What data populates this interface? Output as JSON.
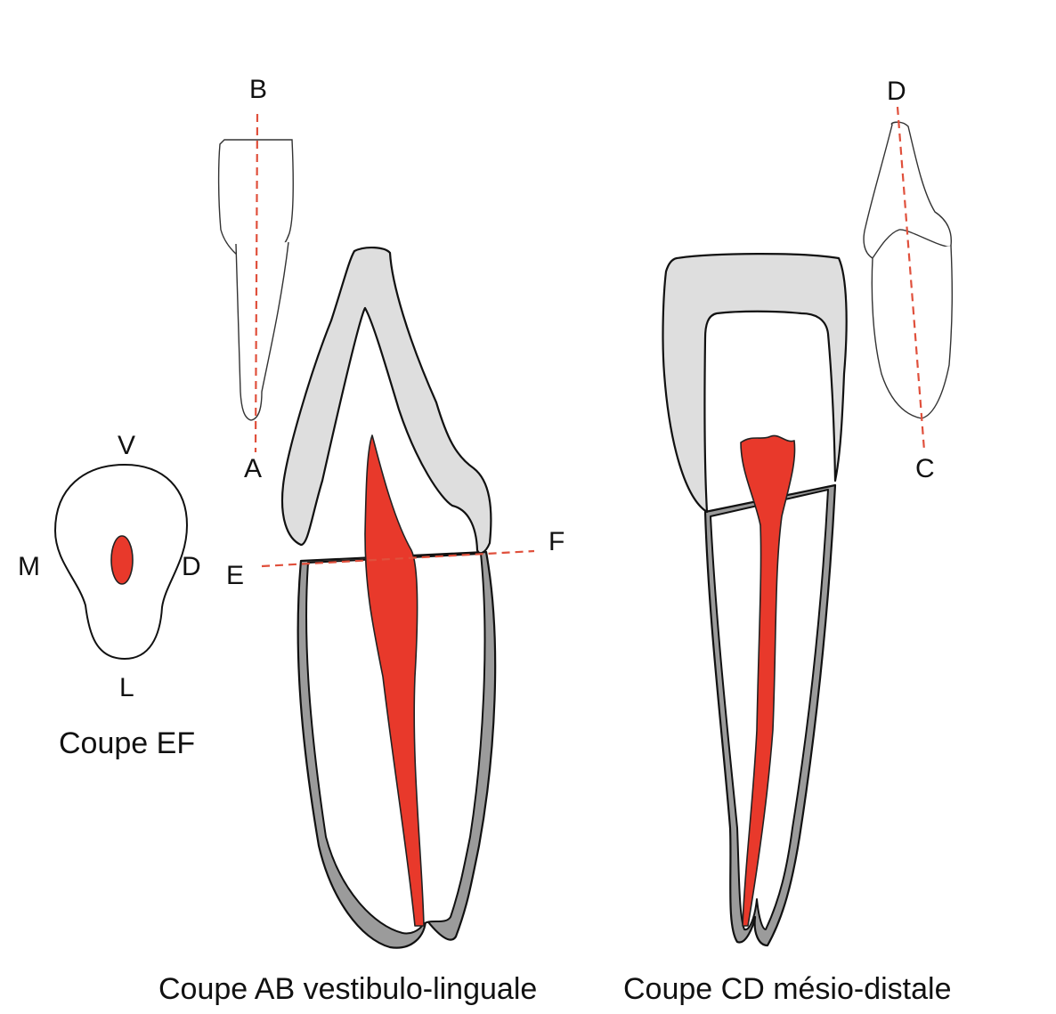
{
  "colors": {
    "pulp": "#e8392b",
    "enamel": "#dedede",
    "cementum": "#9b9b9b",
    "section_line": "#e0503c",
    "outline": "#111111"
  },
  "section_ef": {
    "top_label": "V",
    "left_label": "M",
    "right_label": "D",
    "bottom_label": "L",
    "caption": "Coupe EF"
  },
  "section_ab": {
    "line_top_label": "B",
    "line_bottom_label": "A",
    "cut_left_label": "E",
    "cut_right_label": "F",
    "caption": "Coupe AB vestibulo-linguale"
  },
  "section_cd": {
    "line_top_label": "D",
    "line_bottom_label": "C",
    "caption": "Coupe CD mésio-distale"
  }
}
